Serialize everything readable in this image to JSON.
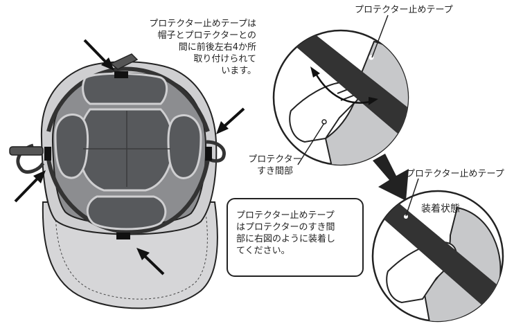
{
  "top_note": {
    "lines": [
      "プロテクター止めテープは",
      "帽子とプロテクターとの",
      "間に前後左右4か所",
      "取り付けられて",
      "います。"
    ]
  },
  "detail_top": {
    "label": "プロテクター止めテープ"
  },
  "gap_label": {
    "lines": [
      "プロテクター",
      "すき間部"
    ]
  },
  "detail_bottom": {
    "label": "プロテクター止めテープ",
    "state_label": "装着状態"
  },
  "instruction_box": {
    "lines": [
      "プロテクター止めテープ",
      "はプロテクターのすき間",
      "部に右図のように装着し",
      "てください。"
    ]
  },
  "colors": {
    "cap_fill": "#cfcfd1",
    "pad_fill": "#57595c",
    "strap": "#333333",
    "outline": "#222222"
  }
}
